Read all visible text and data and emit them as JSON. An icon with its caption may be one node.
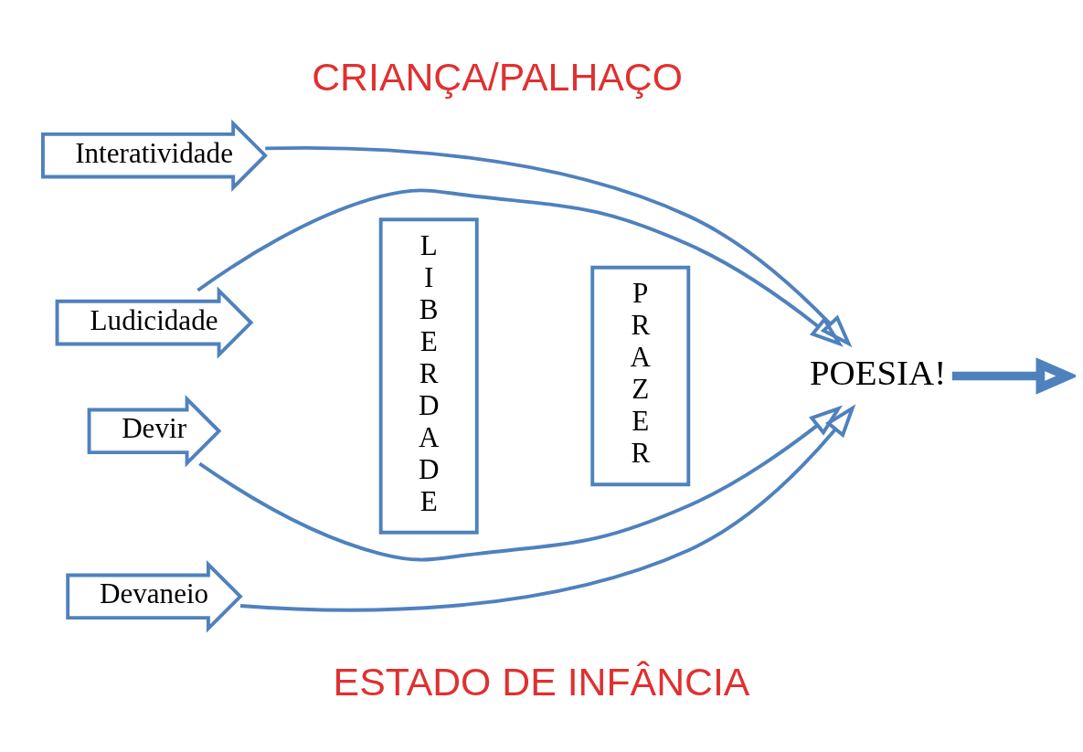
{
  "diagram": {
    "title": "CRIANÇA/PALHAÇO",
    "caption": "ESTADO DE INFÂNCIA",
    "nodes": [
      {
        "text": [
          "Ludicidade"
        ]
      },
      {
        "text": [
          "Interatividade"
        ]
      },
      {
        "text": [
          "Devaneio"
        ]
      },
      {
        "text": [
          "Devir"
        ]
      },
      {
        "text": [
          "LIBERDADE"
        ]
      },
      {
        "text": [
          "PRAZER"
        ]
      },
      {
        "text": [
          "POESIA!"
        ]
      }
    ],
    "edges": [
      {
        "from": 0,
        "to": 6,
        "arrow": "to"
      },
      {
        "from": 1,
        "to": 6,
        "arrow": "to"
      },
      {
        "from": 2,
        "to": 6,
        "arrow": "to"
      },
      {
        "from": 3,
        "to": 6,
        "arrow": "to"
      },
      {
        "from": 6,
        "to": null,
        "arrow": "to",
        "style": "thick"
      }
    ]
  }
}
